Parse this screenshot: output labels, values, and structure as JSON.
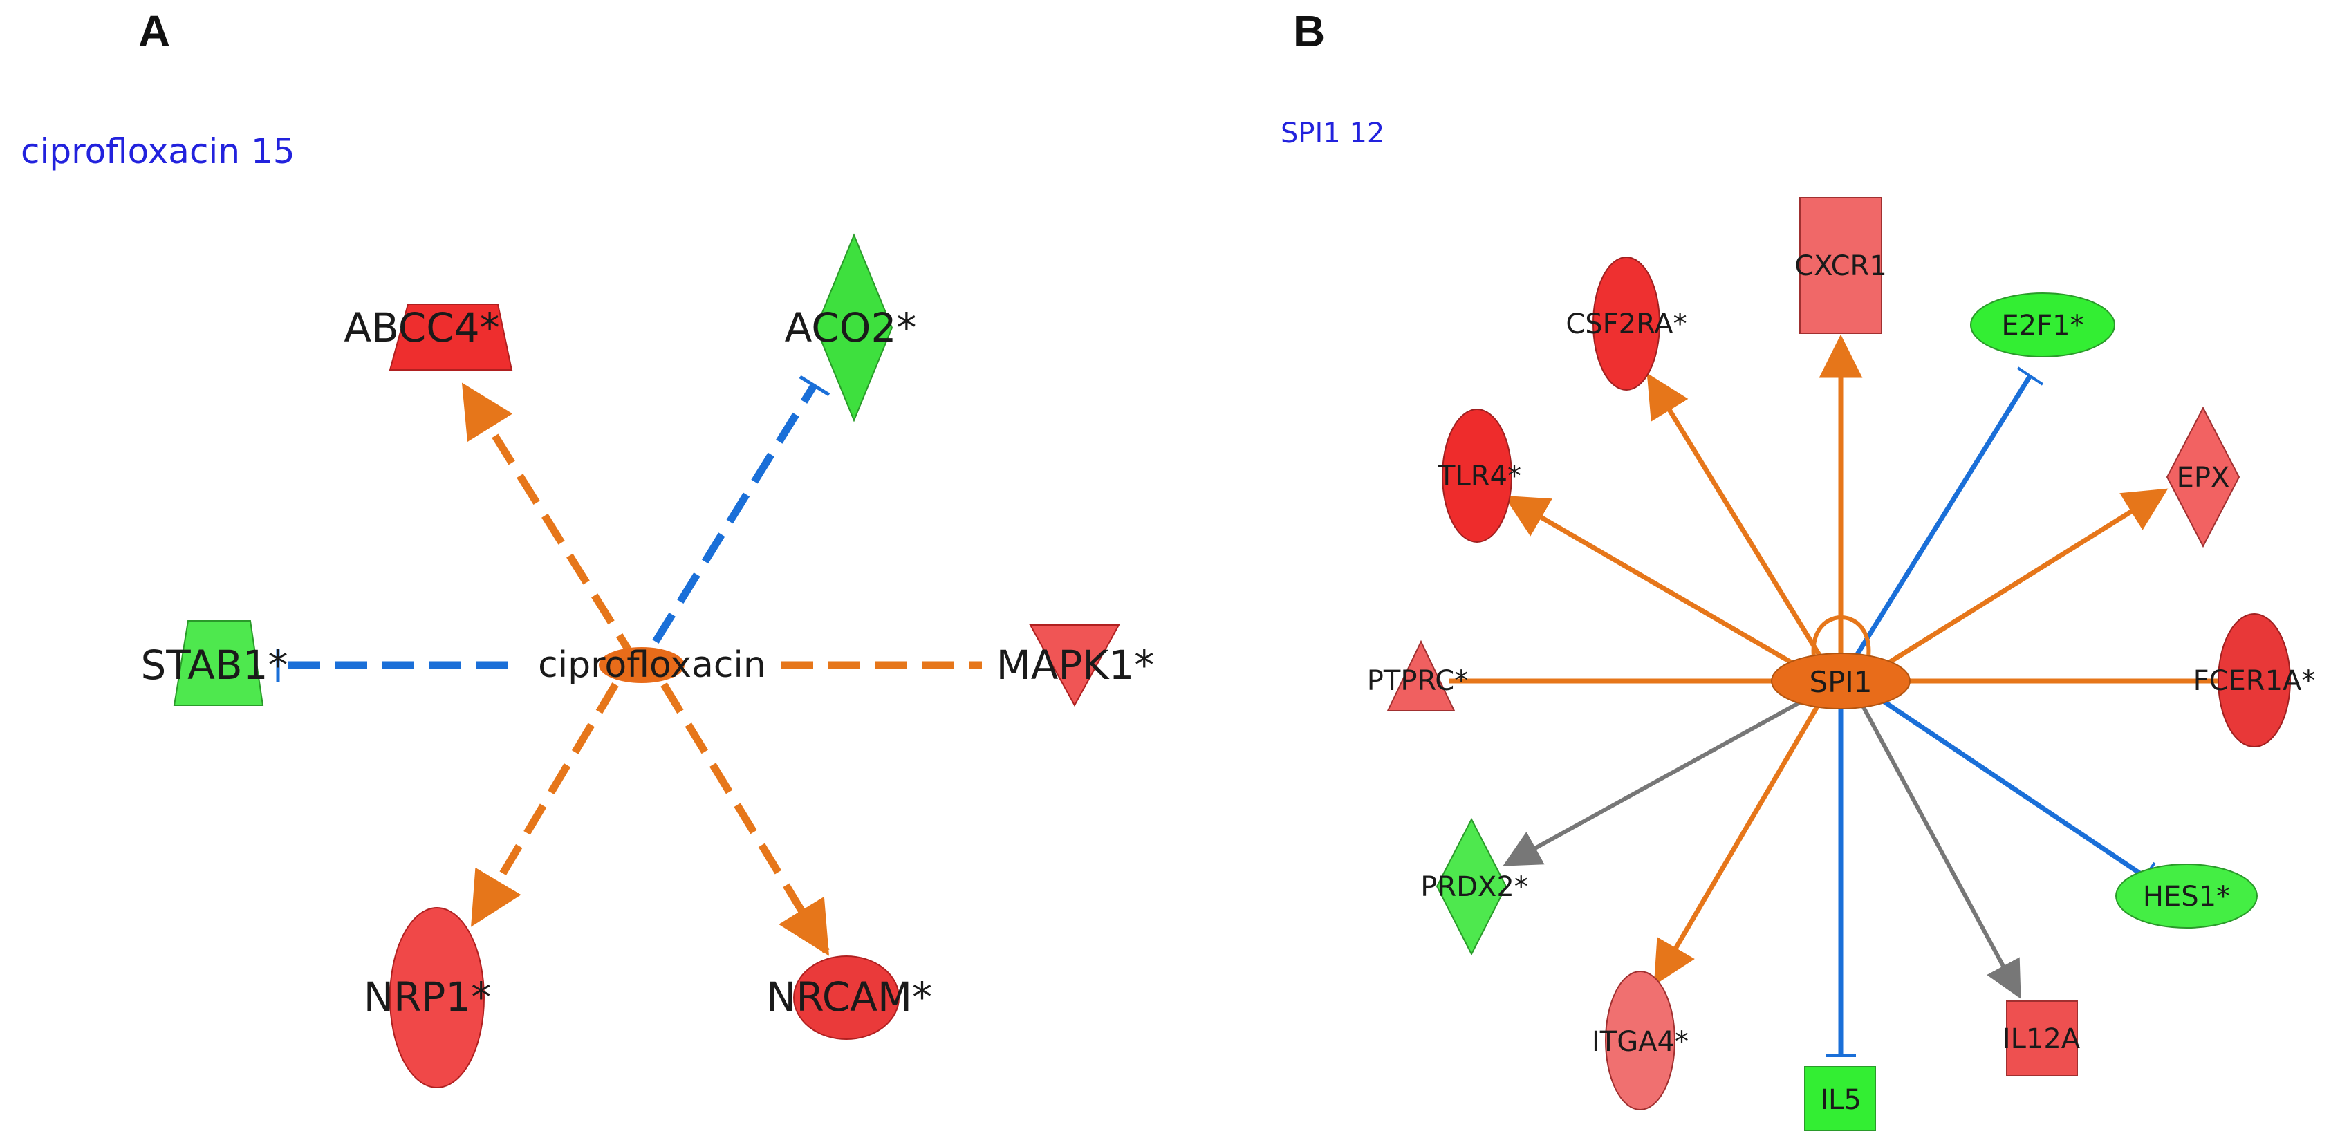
{
  "panels": [
    {
      "letter": "A",
      "title": "ciprofloxacin 15",
      "center": "ciprofloxacin",
      "nodes": [
        {
          "label": "ABCC4*",
          "shape": "trapezoid",
          "color": "#ee2e2e"
        },
        {
          "label": "ACO2*",
          "shape": "diamond",
          "color": "#3ee03e"
        },
        {
          "label": "STAB1*",
          "shape": "trapezoid",
          "color": "#4ee84e"
        },
        {
          "label": "MAPK1*",
          "shape": "triangle-down",
          "color": "#f05555"
        },
        {
          "label": "NRP1*",
          "shape": "ellipse",
          "color": "#f04848"
        },
        {
          "label": "NRCAM*",
          "shape": "ellipse",
          "color": "#ea3a3a"
        }
      ]
    },
    {
      "letter": "B",
      "title": "SPI1 12",
      "center": "SPI1",
      "nodes": [
        {
          "label": "CXCR1",
          "shape": "rectangle",
          "color": "#f06868"
        },
        {
          "label": "CSF2RA*",
          "shape": "ellipse",
          "color": "#ee3030"
        },
        {
          "label": "E2F1*",
          "shape": "ellipse",
          "color": "#33ee33"
        },
        {
          "label": "TLR4*",
          "shape": "ellipse",
          "color": "#ee2c2c"
        },
        {
          "label": "EPX",
          "shape": "diamond",
          "color": "#f26262"
        },
        {
          "label": "PTPRC*",
          "shape": "triangle",
          "color": "#f06060"
        },
        {
          "label": "FCER1A*",
          "shape": "ellipse",
          "color": "#e83838"
        },
        {
          "label": "PRDX2*",
          "shape": "diamond",
          "color": "#4ee84e"
        },
        {
          "label": "HES1*",
          "shape": "ellipse",
          "color": "#44ee44"
        },
        {
          "label": "ITGA4*",
          "shape": "ellipse",
          "color": "#f07070"
        },
        {
          "label": "IL5",
          "shape": "rectangle",
          "color": "#33ee33"
        },
        {
          "label": "IL12A",
          "shape": "rectangle",
          "color": "#ee5050"
        }
      ]
    }
  ],
  "colors": {
    "title": "#2222dd",
    "center_node": "#e86c1a",
    "activation_edge": "#e6761a",
    "inhibition_edge": "#1a6fd8",
    "neutral_edge": "#777777"
  }
}
